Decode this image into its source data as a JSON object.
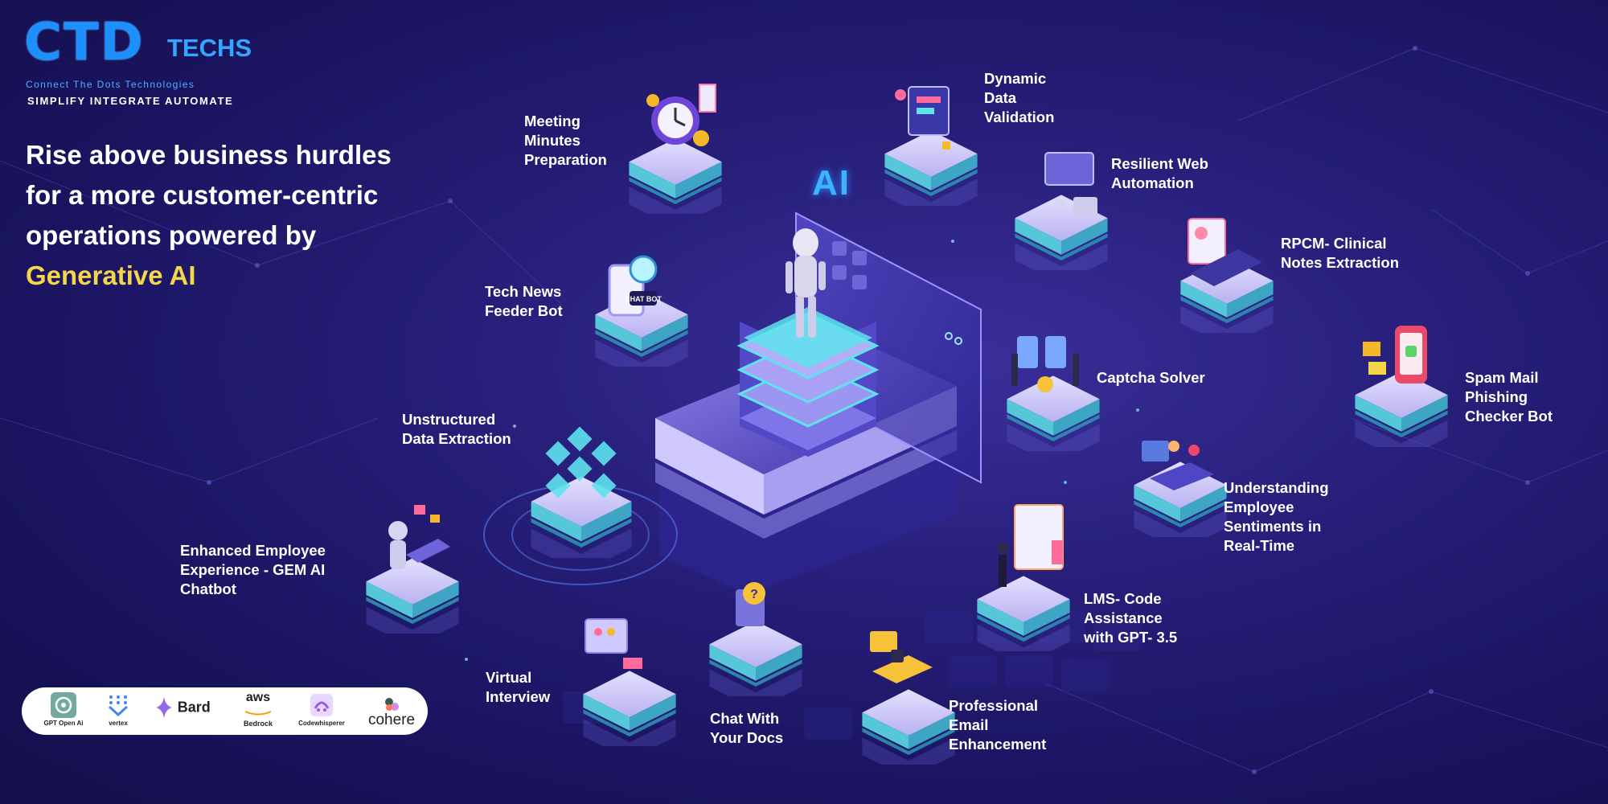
{
  "brand": {
    "name": "CTD",
    "suffix": "TECHS",
    "tagline": "Connect The Dots Technologies",
    "motto": "SIMPLIFY INTEGRATE AUTOMATE"
  },
  "headline": {
    "lines": [
      "Rise above business hurdles",
      "for a more customer-centric",
      "operations powered by"
    ],
    "accent": "Generative AI"
  },
  "center": {
    "label": "AI"
  },
  "features": {
    "meeting_minutes": [
      "Meeting",
      "Minutes",
      "Preparation"
    ],
    "dynamic_data": [
      "Dynamic",
      "Data",
      "Validation"
    ],
    "resilient_web": [
      "Resilient Web",
      "Automation"
    ],
    "rpcm": [
      "RPCM- Clinical",
      "Notes Extraction"
    ],
    "spam_mail": [
      "Spam Mail",
      "Phishing",
      "Checker Bot"
    ],
    "captcha": [
      "Captcha Solver"
    ],
    "tech_news": [
      "Tech News",
      "Feeder Bot"
    ],
    "unstructured": [
      "Unstructured",
      "Data Extraction"
    ],
    "understanding": [
      "Understanding",
      "Employee",
      "Sentiments in",
      "Real-Time"
    ],
    "enhanced_employee": [
      "Enhanced Employee",
      "Experience - GEM AI",
      "Chatbot"
    ],
    "lms": [
      "LMS- Code",
      "Assistance",
      "with GPT- 3.5"
    ],
    "virtual_interview": [
      "Virtual",
      "Interview"
    ],
    "chat_docs": [
      "Chat With",
      "Your Docs"
    ],
    "professional_email": [
      "Professional",
      "Email",
      "Enhancement"
    ]
  },
  "platforms": {
    "gpt": "GPT Open Ai",
    "vertex": "vertex",
    "bard": "Bard",
    "aws": "aws",
    "bedrock": "Bedrock",
    "codewhisperer": "Codewhisperer",
    "cohere": "cohere"
  },
  "icon_chatbot_text": "CHAT BOT",
  "colors": {
    "background": "#221b6e",
    "accent_yellow": "#f5d64a",
    "brand_blue": "#1e8fff",
    "platform_cyan": "#5de0e6",
    "platform_lavender": "#c9c3f5"
  }
}
